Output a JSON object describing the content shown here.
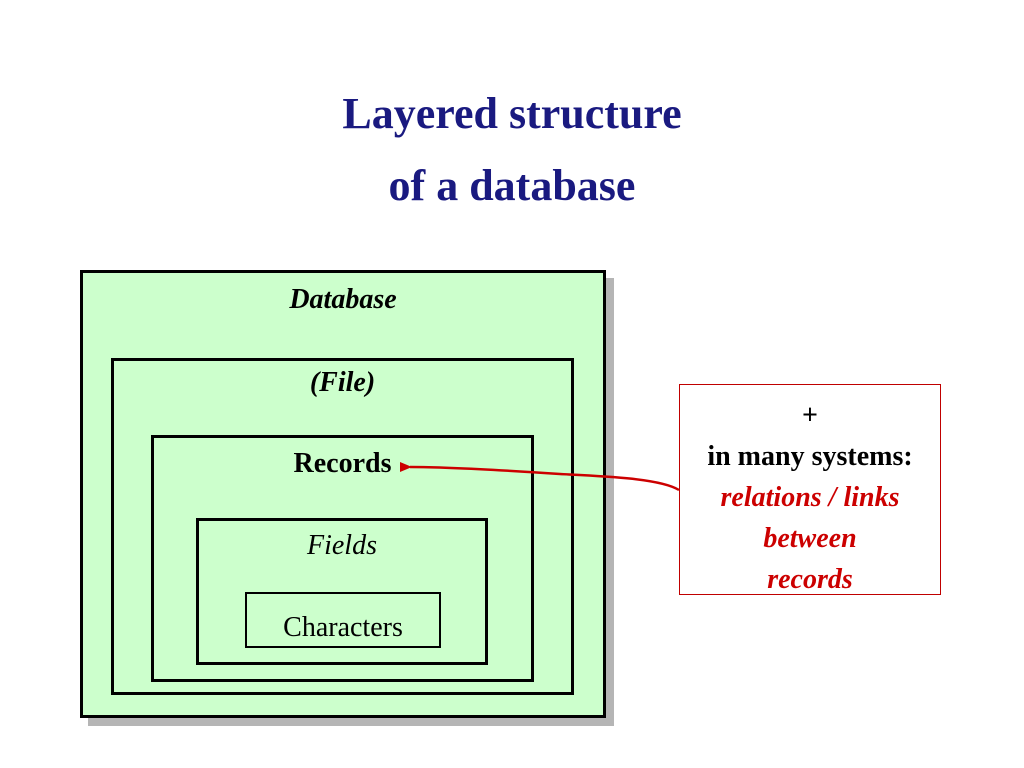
{
  "title": {
    "line1": "Layered structure",
    "line2": "of a database"
  },
  "layers": {
    "database": "Database",
    "file": "(File)",
    "records": "Records",
    "fields": "Fields",
    "characters": "Characters"
  },
  "note": {
    "plus": "+",
    "line1": "in many systems:",
    "line2": "relations / links",
    "line3": "between",
    "line4": "records"
  },
  "colors": {
    "title": "#1a1a80",
    "layer_fill": "#ccffcc",
    "note_accent": "#cc0000"
  }
}
